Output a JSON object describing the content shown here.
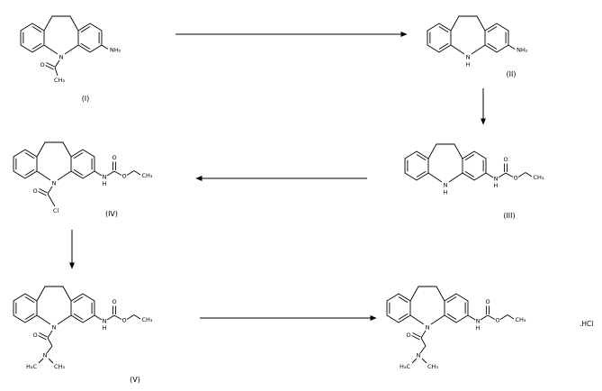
{
  "atoms": {
    "n": "N",
    "h": "H",
    "nh2": "NH₂",
    "o": "O",
    "ch3": "CH₃",
    "h3c": "H₃C",
    "cl": "Cl"
  },
  "structures": {
    "s1": "(I)",
    "s2": "(II)",
    "s3": "(III)",
    "s4": "(IV)",
    "s5": "(V)"
  },
  "salt_label": ".HCl",
  "colors": {
    "line": "#000000",
    "background": "#ffffff"
  }
}
